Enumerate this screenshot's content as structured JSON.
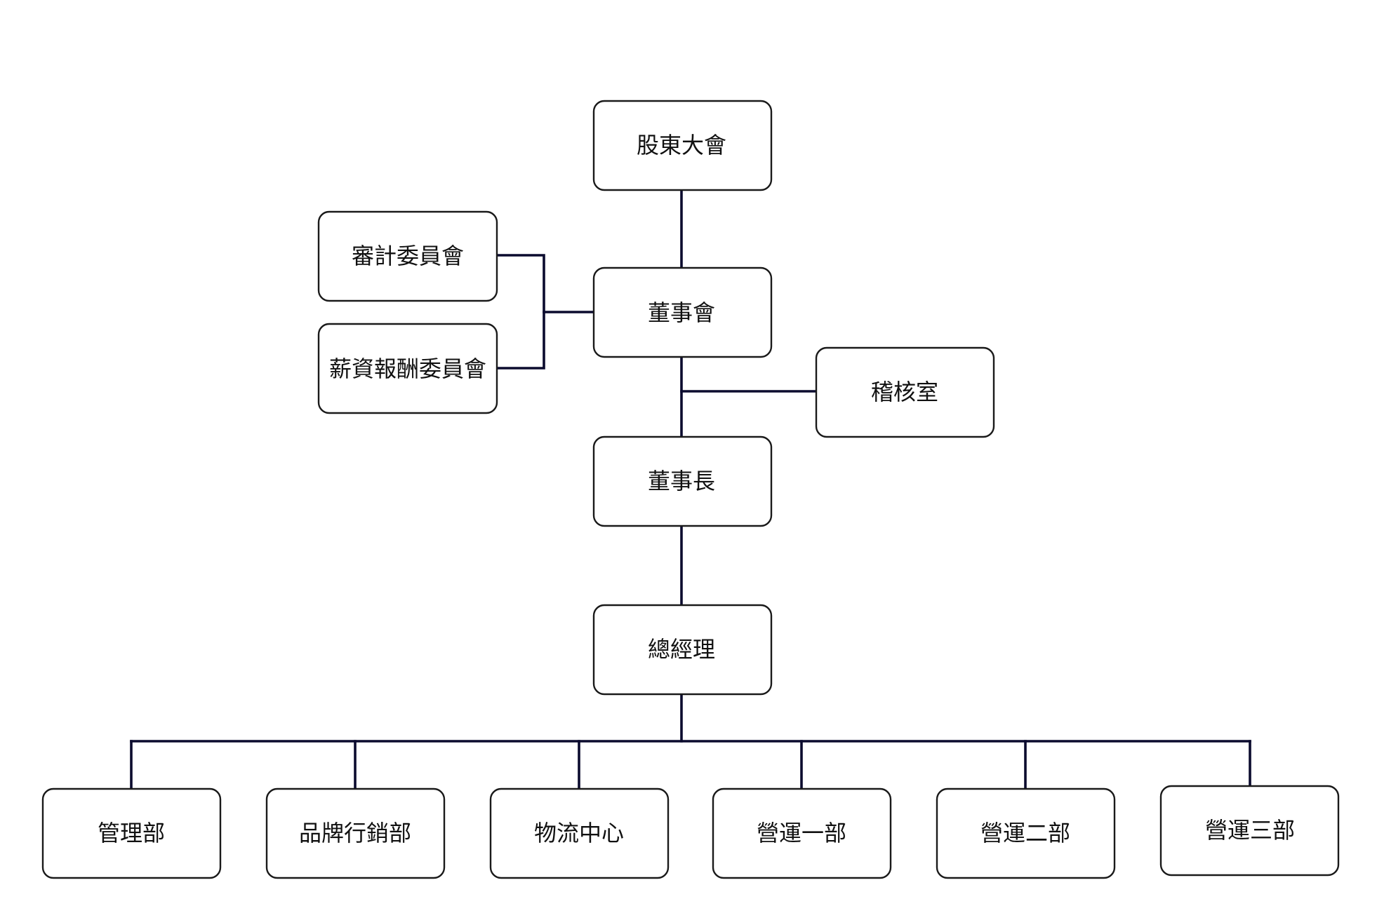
{
  "nodes": {
    "shareholders_meeting": "股東大會",
    "audit_committee": "審計委員會",
    "compensation_committee": "薪資報酬委員會",
    "board_of_directors": "董事會",
    "audit_office": "稽核室",
    "chairman": "董事長",
    "general_manager": "總經理",
    "administration_dept": "管理部",
    "brand_marketing_dept": "品牌行銷部",
    "logistics_center": "物流中心",
    "operations_dept_1": "營運一部",
    "operations_dept_2": "營運二部",
    "operations_dept_3": "營運三部"
  },
  "colors": {
    "connector": "#0b0b2e",
    "box_border": "#1a1a1a",
    "box_fill": "#ffffff",
    "text": "#111111"
  }
}
